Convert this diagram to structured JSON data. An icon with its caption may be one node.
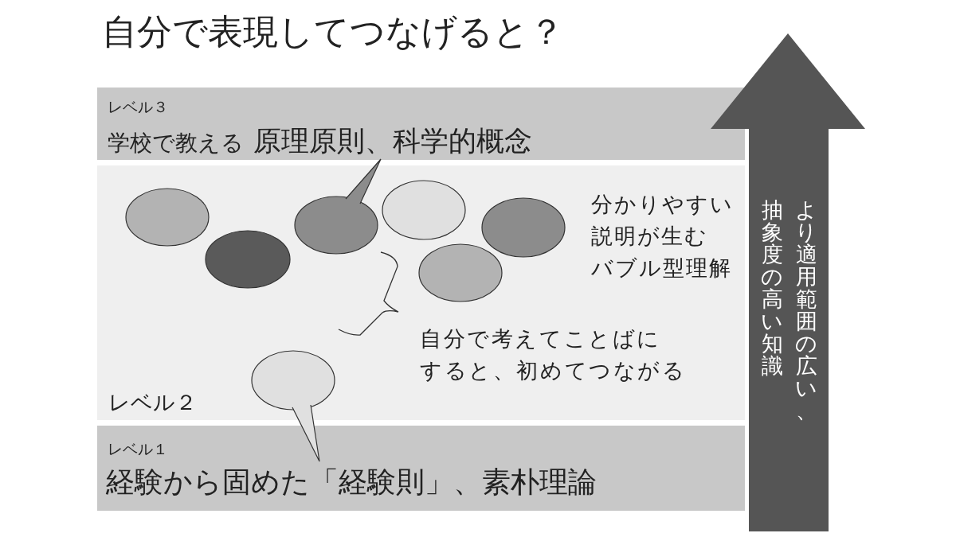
{
  "diagram": {
    "title": "自分で表現してつなげると？",
    "nodes": [
      {
        "text": [
          "レベル３",
          "学校で教える",
          "原理原則、科学的概念"
        ]
      },
      {
        "text": [
          "分かりやすい説明が生むバブル型理解",
          "自分で考えてことばにすると、初めてつながる",
          "レベル２"
        ]
      },
      {
        "text": [],
        "shape": "ellipse",
        "in": 1
      },
      {
        "text": [],
        "shape": "ellipse",
        "in": 1
      },
      {
        "text": [],
        "shape": "speech-bubble",
        "in": 1
      },
      {
        "text": [],
        "shape": "speech-bubble",
        "in": 1
      },
      {
        "text": [],
        "shape": "ellipse",
        "in": 1
      },
      {
        "text": [],
        "shape": "ellipse",
        "in": 1
      },
      {
        "text": [],
        "shape": "ellipse",
        "in": 1
      },
      {
        "text": [
          "レベル１",
          "経験から固めた「経験則」、素朴理論"
        ]
      },
      {
        "text": [
          "より適用範囲の広い、抽象度の高い知識"
        ]
      }
    ]
  }
}
